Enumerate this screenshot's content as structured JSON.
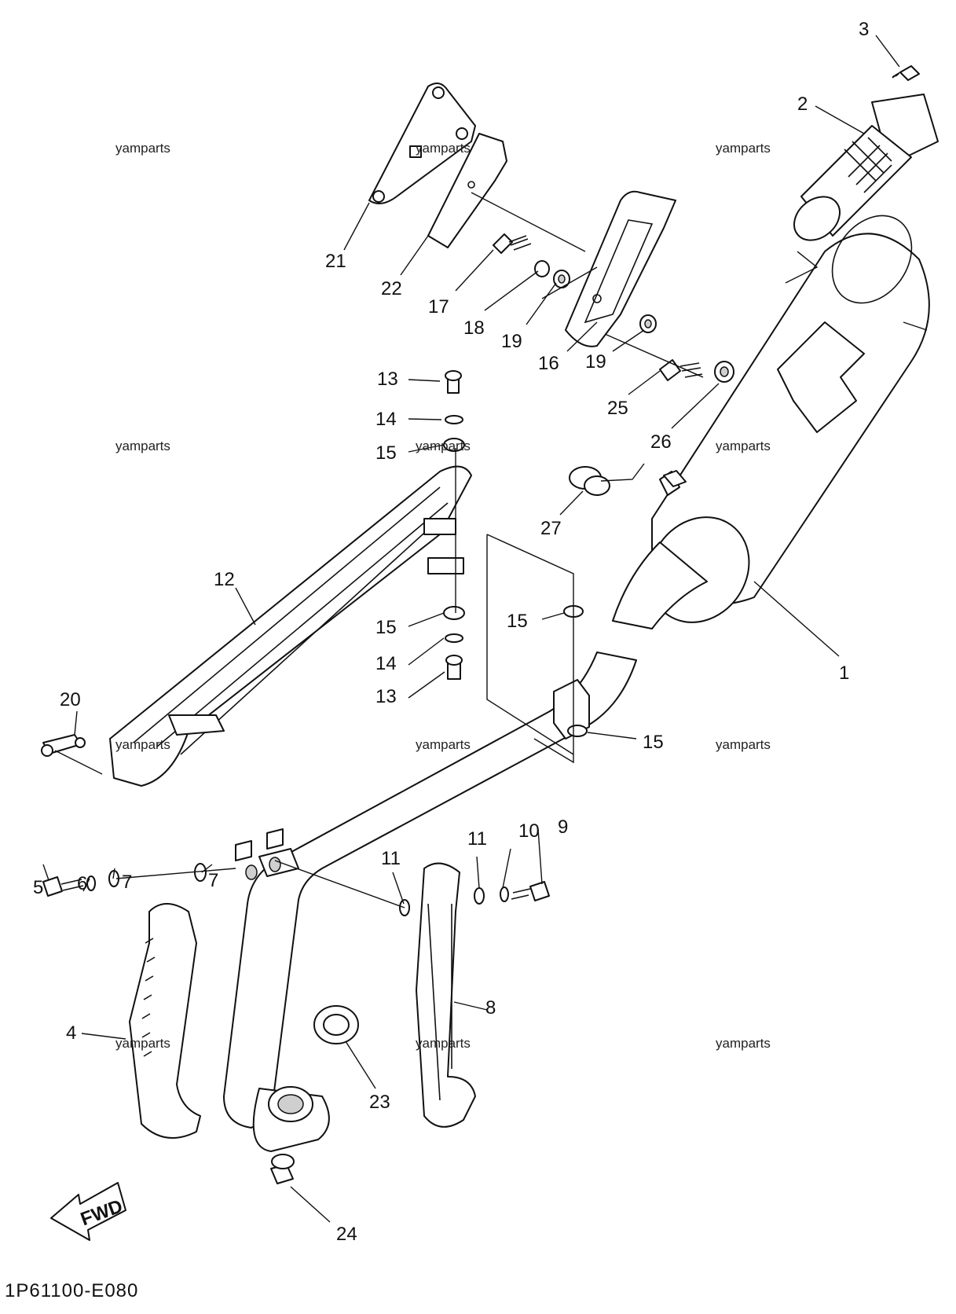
{
  "diagram": {
    "code": "1P61100-E080",
    "fwd_label": "FWD",
    "watermark": "yamparts",
    "callouts": {
      "c1": "1",
      "c2": "2",
      "c3": "3",
      "c4": "4",
      "c5": "5",
      "c6": "6",
      "c7a": "7",
      "c7b": "7",
      "c8": "8",
      "c9": "9",
      "c10": "10",
      "c11a": "11",
      "c11b": "11",
      "c12": "12",
      "c13a": "13",
      "c13b": "13",
      "c14a": "14",
      "c14b": "14",
      "c15a": "15",
      "c15b": "15",
      "c15c": "15",
      "c15d": "15",
      "c16": "16",
      "c17": "17",
      "c18": "18",
      "c19a": "19",
      "c19b": "19",
      "c20": "20",
      "c21": "21",
      "c22": "22",
      "c23": "23",
      "c24": "24",
      "c25": "25",
      "c26": "26",
      "c27": "27"
    }
  }
}
